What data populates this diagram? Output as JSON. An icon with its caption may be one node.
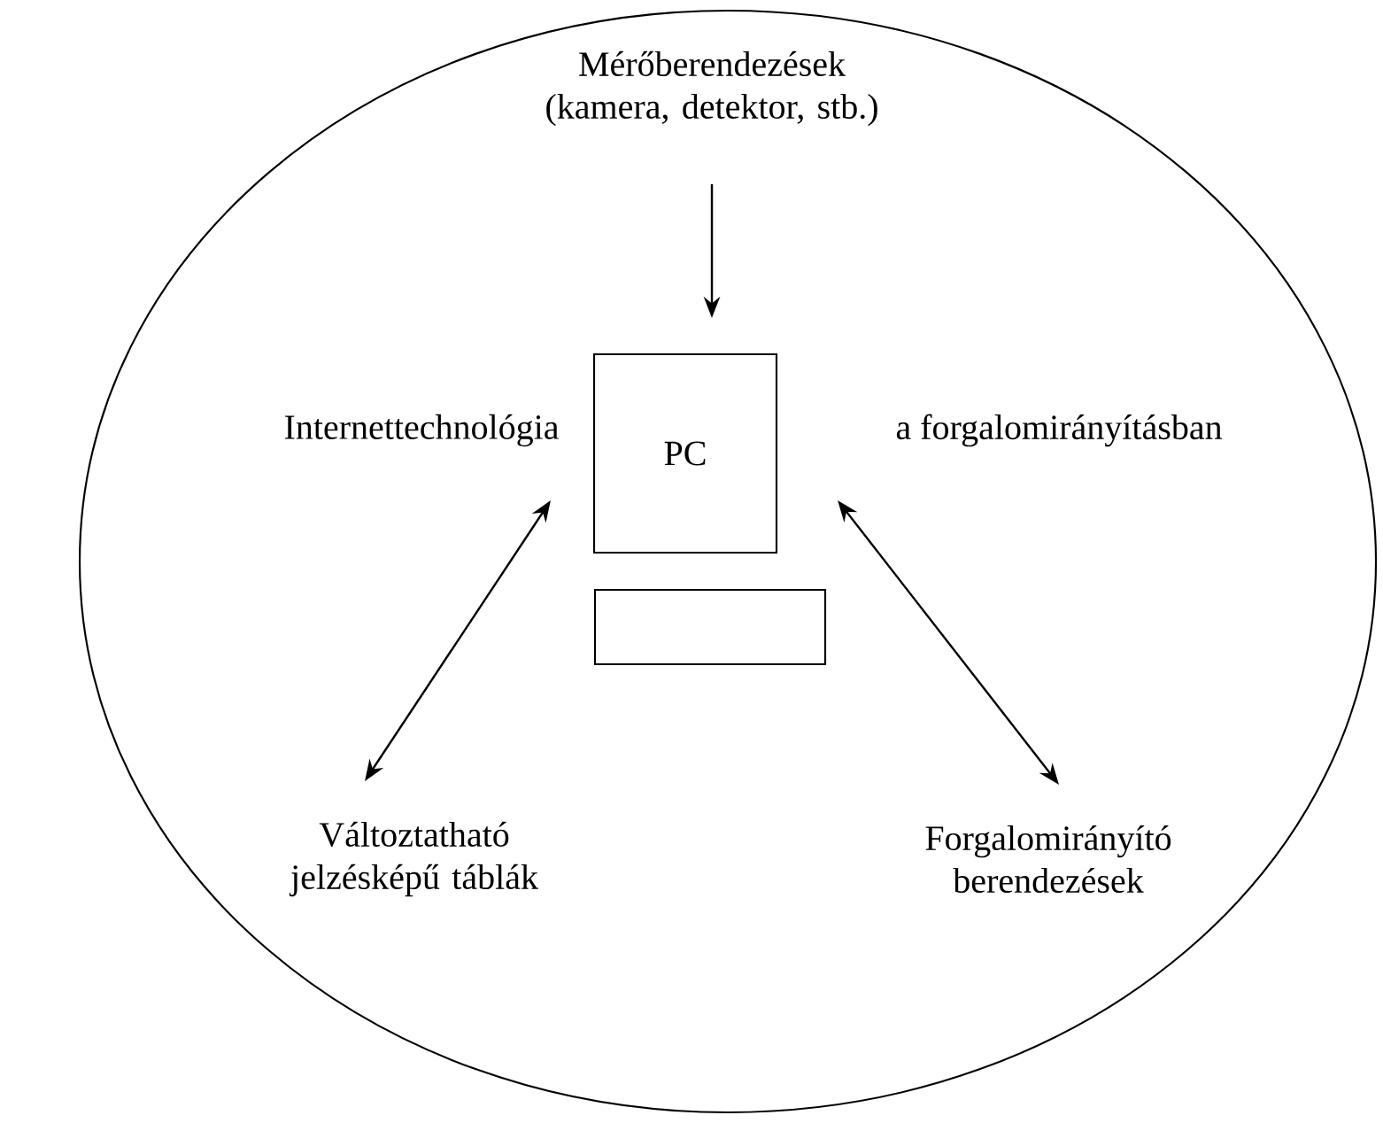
{
  "diagram": {
    "nodes": [
      {
        "text": [],
        "shape": "ellipse"
      },
      {
        "text": [
          "Mérőberendezések (kamera, detektor, stb.)"
        ],
        "in": 0
      },
      {
        "text": [
          "PC"
        ],
        "in": 0
      },
      {
        "text": [],
        "shape": "box",
        "in": 0
      },
      {
        "text": [
          "Változtatható jelzésképű táblák"
        ],
        "in": 0
      },
      {
        "text": [
          "Forgalomirányító berendezések"
        ],
        "in": 0
      }
    ],
    "edges": [
      {
        "from": 1,
        "to": 2,
        "arrow": "to"
      },
      {
        "from": 4,
        "to": 2,
        "arrow": "both"
      },
      {
        "from": 5,
        "to": 2,
        "arrow": "both"
      }
    ],
    "labels": [
      "Internettechnológia",
      "a forgalomirányításban"
    ]
  }
}
